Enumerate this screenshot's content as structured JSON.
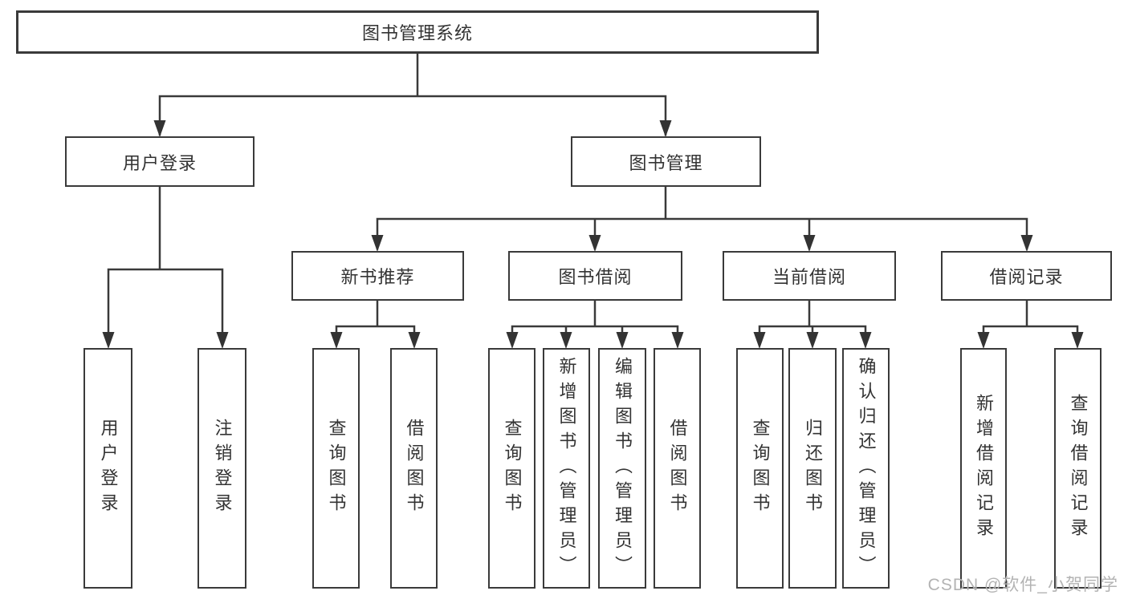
{
  "diagram": {
    "root": {
      "label": "图书管理系统"
    },
    "branches": [
      {
        "label": "用户登录",
        "children": [
          {
            "label": "用户登录"
          },
          {
            "label": "注销登录"
          }
        ]
      },
      {
        "label": "图书管理",
        "children": [
          {
            "label": "新书推荐",
            "children": [
              {
                "label": "查询图书"
              },
              {
                "label": "借阅图书"
              }
            ]
          },
          {
            "label": "图书借阅",
            "children": [
              {
                "label": "查询图书"
              },
              {
                "label": "新增图书（管理员）"
              },
              {
                "label": "编辑图书（管理员）"
              },
              {
                "label": "借阅图书"
              }
            ]
          },
          {
            "label": "当前借阅",
            "children": [
              {
                "label": "查询图书"
              },
              {
                "label": "归还图书"
              },
              {
                "label": "确认归还（管理员）"
              }
            ]
          },
          {
            "label": "借阅记录",
            "children": [
              {
                "label": "新增借阅记录"
              },
              {
                "label": "查询借阅记录"
              }
            ]
          }
        ]
      }
    ]
  },
  "watermark": {
    "text": "CSDN @软件_小贺同学"
  },
  "colors": {
    "line": "#3a3a3a",
    "box_border": "#3a3a3a",
    "box_fill": "#ffffff",
    "text": "#333333",
    "watermark": "#b3b3b3",
    "background": "#ffffff"
  }
}
